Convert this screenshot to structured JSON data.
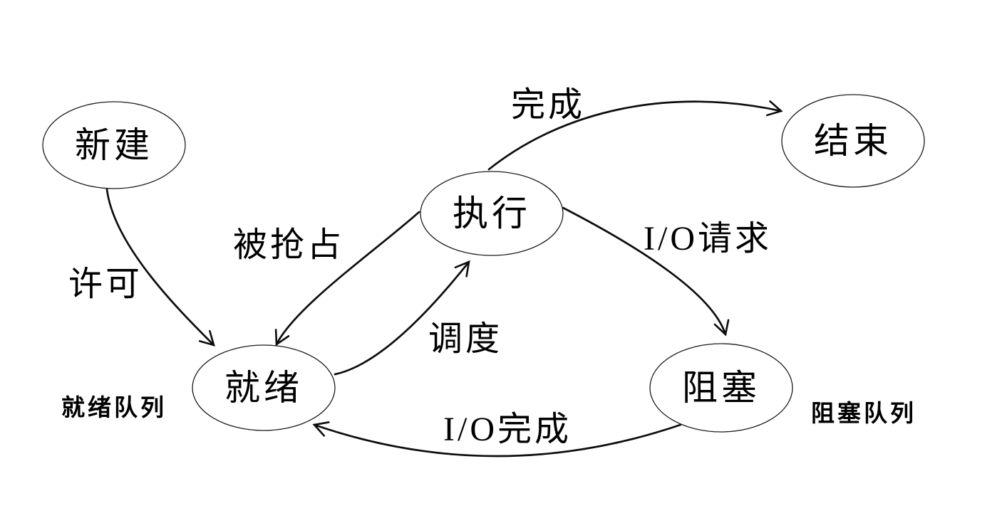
{
  "diagram": {
    "type": "process-state-transition-diagram",
    "colors": {
      "background": "#ffffff",
      "stroke": "#000000",
      "text": "#000000"
    },
    "nodes": {
      "new": {
        "label": "新建"
      },
      "ready": {
        "label": "就绪"
      },
      "running": {
        "label": "执行"
      },
      "blocked": {
        "label": "阻塞"
      },
      "terminated": {
        "label": "结束"
      }
    },
    "edges": {
      "admit": {
        "label": "许可",
        "from": "新建",
        "to": "就绪"
      },
      "preempt": {
        "label": "被抢占",
        "from": "执行",
        "to": "就绪"
      },
      "dispatch": {
        "label": "调度",
        "from": "就绪",
        "to": "执行"
      },
      "complete": {
        "label": "完成",
        "from": "执行",
        "to": "结束"
      },
      "io_request": {
        "label": "I/O请求",
        "from": "执行",
        "to": "阻塞"
      },
      "io_complete": {
        "label": "I/O完成",
        "from": "阻塞",
        "to": "就绪"
      }
    },
    "annotations": {
      "ready_queue": {
        "label": "就绪队列"
      },
      "blocked_queue": {
        "label": "阻塞队列"
      }
    }
  }
}
